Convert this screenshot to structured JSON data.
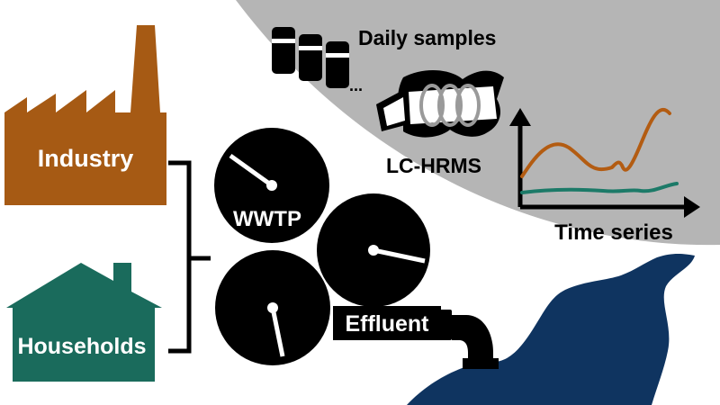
{
  "labels": {
    "industry": "Industry",
    "households": "Households",
    "wwtp": "WWTP",
    "effluent": "Effluent",
    "daily_samples": "Daily samples",
    "lc_hrms": "LC-HRMS",
    "time_series": "Time series",
    "ellipsis": "..."
  },
  "colors": {
    "industry": "#A65A14",
    "households": "#1A6B5C",
    "river": "#0F3460",
    "panel": "#B5B5B5",
    "series_orange": "#B35C12",
    "series_teal": "#1C7A68",
    "ink": "#000000"
  },
  "icons": {
    "factory": "factory-icon",
    "house": "house-icon",
    "clarifier": "clarifier-tank-icon",
    "outfall_pipe": "outfall-pipe-icon",
    "river": "river-icon",
    "sample_bottles": "sample-bottle-icon",
    "mass_spec": "mass-spectrometer-icon"
  }
}
